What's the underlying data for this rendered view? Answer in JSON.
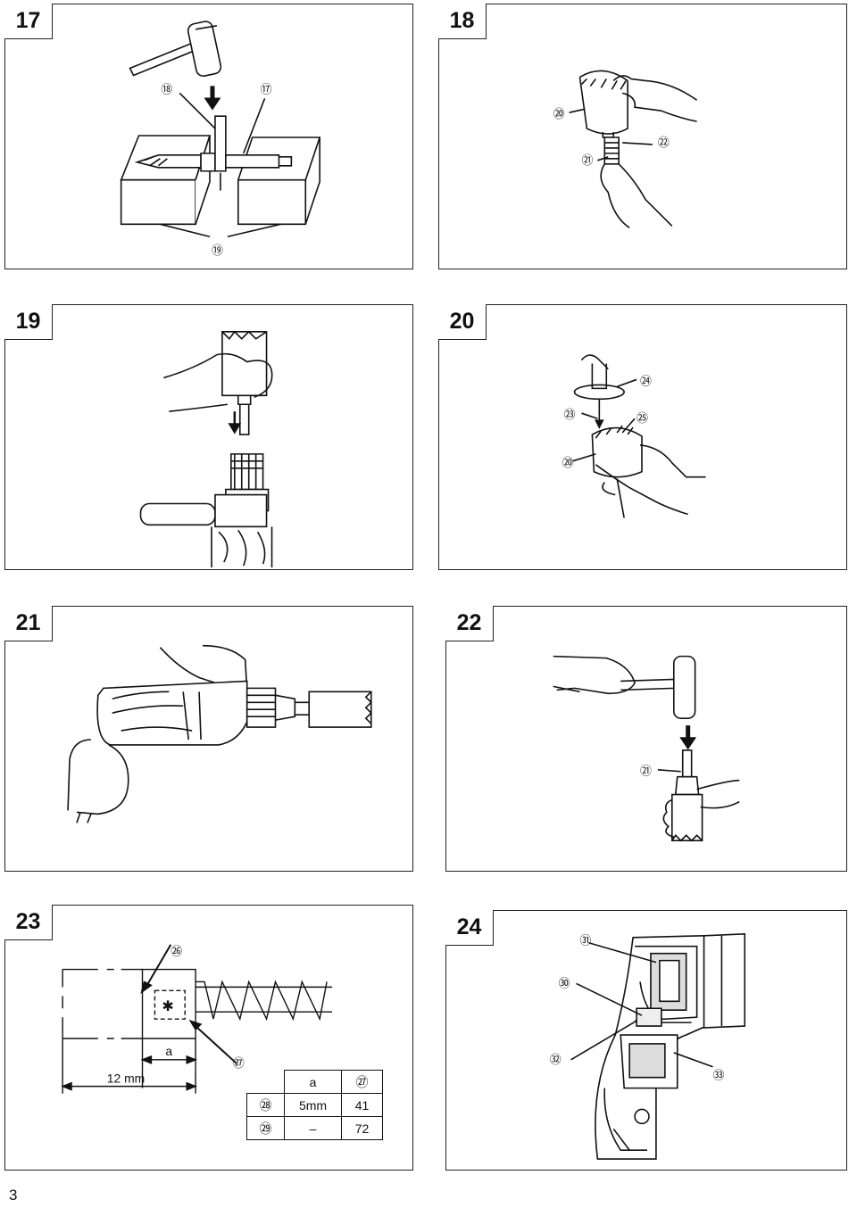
{
  "panels": [
    {
      "number": "17",
      "callouts": [
        "⑱",
        "⑰",
        "⑲"
      ]
    },
    {
      "number": "18",
      "callouts": [
        "⑳",
        "㉑",
        "㉒"
      ]
    },
    {
      "number": "19",
      "callouts": []
    },
    {
      "number": "20",
      "callouts": [
        "㉔",
        "㉓",
        "㉕",
        "⑳"
      ]
    },
    {
      "number": "21",
      "callouts": []
    },
    {
      "number": "22",
      "callouts": [
        "㉑"
      ]
    },
    {
      "number": "23",
      "callouts": [
        "㉖",
        "㉗"
      ]
    },
    {
      "number": "24",
      "callouts": [
        "㉛",
        "㉚",
        "㉜",
        "㉝"
      ]
    }
  ],
  "fig23": {
    "dim_a": "a",
    "dim_12": "12 mm",
    "star": "✱",
    "table": {
      "header": [
        "",
        "a",
        "㉗"
      ],
      "rows": [
        [
          "㉘",
          "5mm",
          "41"
        ],
        [
          "㉙",
          "–",
          "72"
        ]
      ]
    }
  },
  "page_number": "3"
}
